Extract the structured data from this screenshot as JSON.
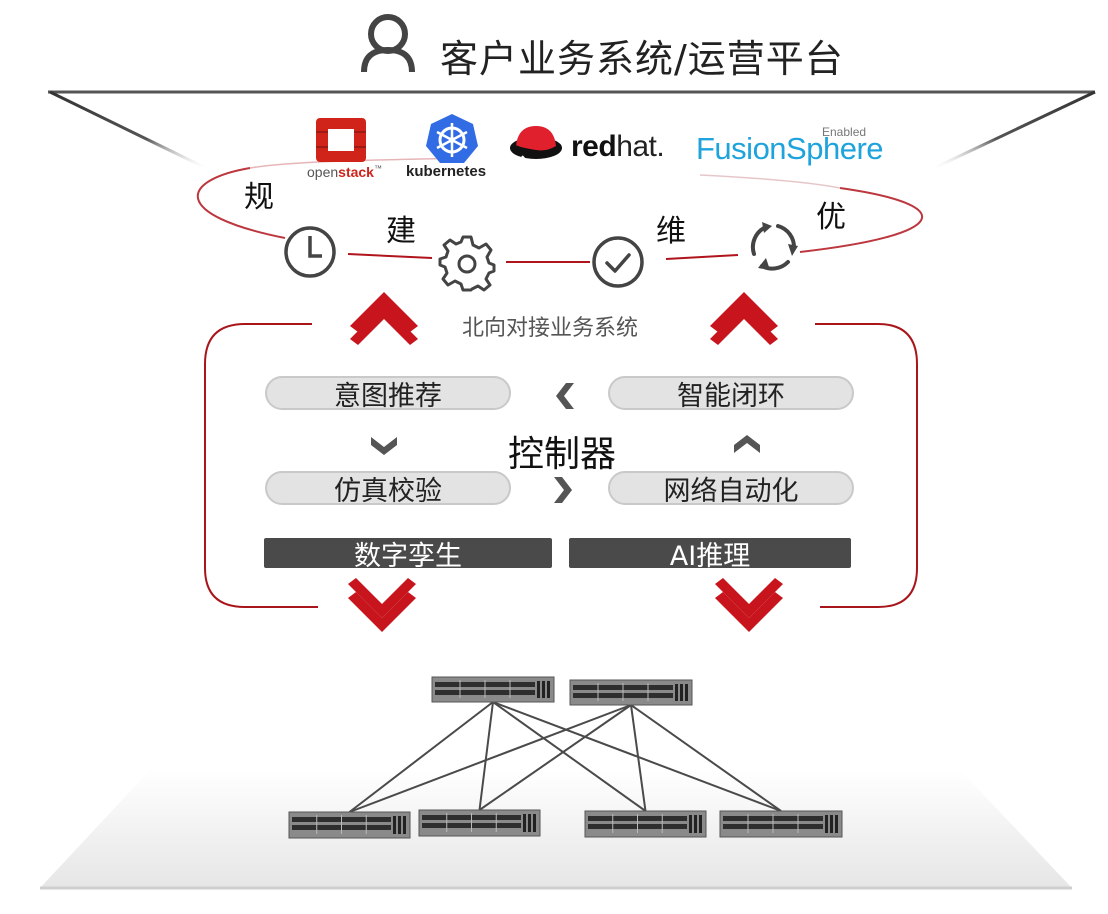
{
  "header": {
    "title": "客户业务系统/运营平台",
    "icon": "user-icon"
  },
  "platforms": [
    {
      "name": "openstack",
      "text_light": "open",
      "text_bold": "stack",
      "tm": "™",
      "icon": "openstack-logo-icon",
      "color": "#d0241b"
    },
    {
      "name": "kubernetes",
      "text": "kubernetes",
      "icon": "kubernetes-logo-icon",
      "color": "#326ce5"
    },
    {
      "name": "redhat",
      "text_bold": "red",
      "text_light": "hat.",
      "icon": "redhat-logo-icon",
      "color": "#e0202c"
    },
    {
      "name": "fusionsphere",
      "text": "FusionSphere",
      "badge": "Enabled",
      "color": "#1ea3dc"
    }
  ],
  "lifecycle": {
    "stages": [
      {
        "char": "规",
        "icon": "clock-icon"
      },
      {
        "char": "建",
        "icon": "gear-icon"
      },
      {
        "char": "维",
        "icon": "check-circle-icon"
      },
      {
        "char": "优",
        "icon": "cycle-arrows-icon"
      }
    ],
    "accent_color": "#c0141c"
  },
  "controller": {
    "north_label": "北向对接业务系统",
    "title": "控制器",
    "modules": {
      "top_left": "意图推荐",
      "top_right": "智能闭环",
      "bottom_left": "仿真校验",
      "bottom_right": "网络自动化"
    },
    "foundations": {
      "left": "数字孪生",
      "right": "AI推理"
    },
    "flow": [
      {
        "from": "top_right",
        "to": "top_left",
        "icon": "chevron-left-icon"
      },
      {
        "from": "top_left",
        "to": "bottom_left",
        "icon": "chevron-down-icon"
      },
      {
        "from": "bottom_left",
        "to": "bottom_right",
        "icon": "chevron-right-icon"
      },
      {
        "from": "bottom_right",
        "to": "top_right",
        "icon": "chevron-up-icon"
      }
    ],
    "frame_color": "#a8161b",
    "arrow_color": "#c8141c"
  },
  "network": {
    "spines": [
      "spine-switch-1",
      "spine-switch-2"
    ],
    "leaves": [
      "leaf-switch-1",
      "leaf-switch-2",
      "leaf-switch-3",
      "leaf-switch-4"
    ],
    "links": [
      [
        0,
        0
      ],
      [
        0,
        1
      ],
      [
        0,
        2
      ],
      [
        0,
        3
      ],
      [
        1,
        0
      ],
      [
        1,
        1
      ],
      [
        1,
        2
      ],
      [
        1,
        3
      ]
    ]
  }
}
